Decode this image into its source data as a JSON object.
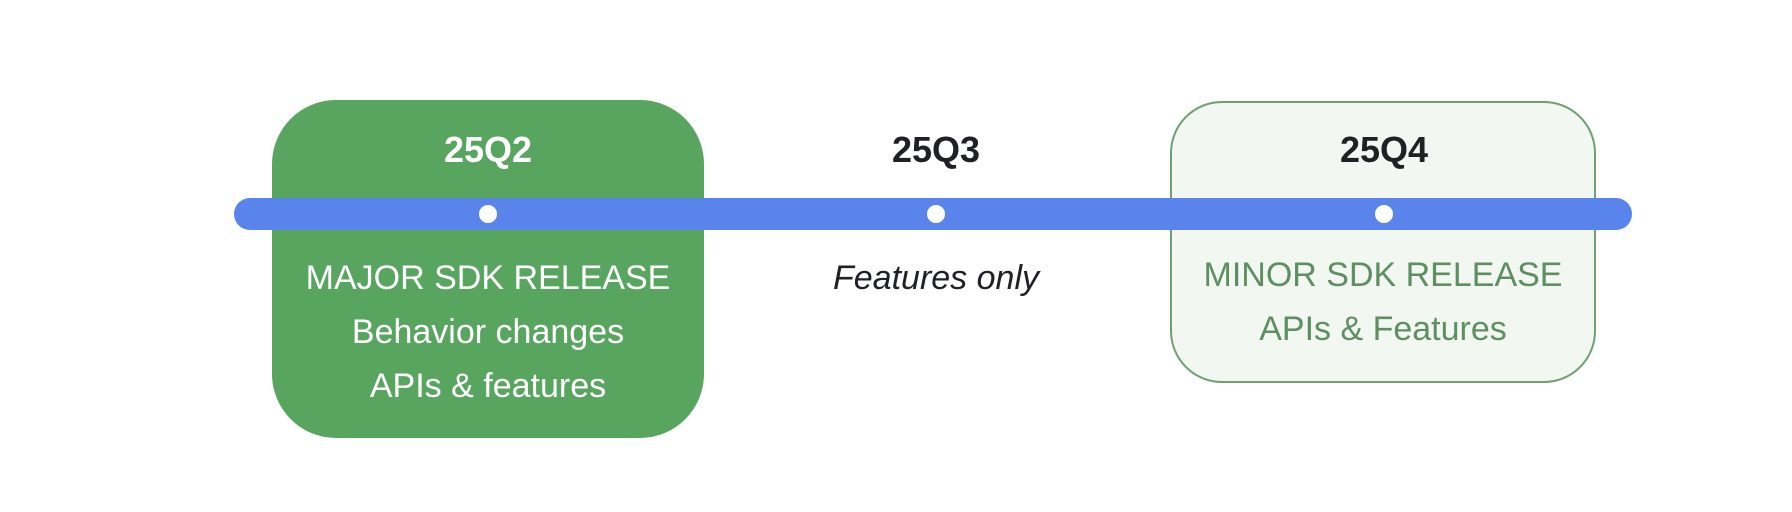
{
  "quarters": [
    {
      "label": "25Q2",
      "lines": [
        "MAJOR SDK RELEASE",
        "Behavior changes",
        "APIs & features"
      ]
    },
    {
      "label": "25Q3",
      "lines": [
        "Features only"
      ]
    },
    {
      "label": "25Q4",
      "lines": [
        "MINOR SDK RELEASE",
        "APIs & Features"
      ]
    }
  ],
  "colors": {
    "timeline": "#5884ec",
    "major_box": "#58a55f",
    "minor_box_fill": "#f2f7f2",
    "minor_box_border": "#6f9f72",
    "minor_text": "#5d8f61",
    "dark_text": "#202124"
  }
}
